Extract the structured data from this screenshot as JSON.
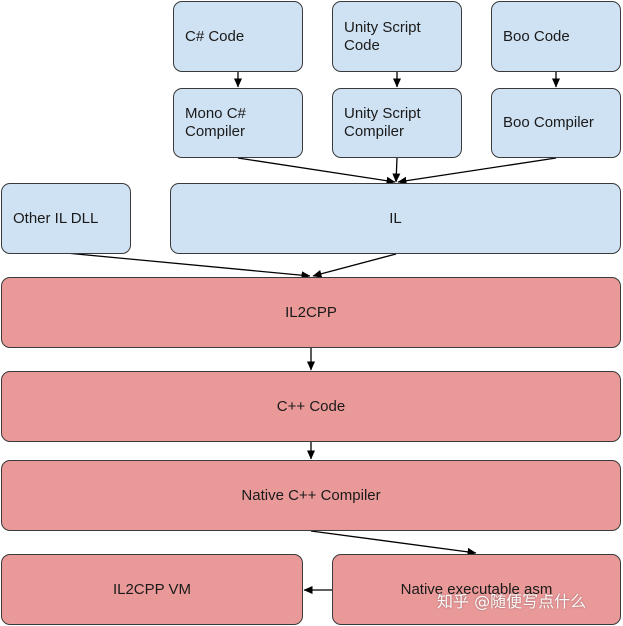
{
  "nodes": {
    "csharp_code": "C# Code",
    "unity_script_code": "Unity Script\nCode",
    "boo_code": "Boo Code",
    "mono_csharp_compiler": "Mono C#\nCompiler",
    "unity_script_compiler": "Unity Script\nCompiler",
    "boo_compiler": "Boo Compiler",
    "other_il_dll": "Other IL DLL",
    "il": "IL",
    "il2cpp": "IL2CPP",
    "cpp_code": "C++ Code",
    "native_cpp_compiler": "Native C++ Compiler",
    "il2cpp_vm": "IL2CPP VM",
    "native_executable_asm": "Native executable asm"
  },
  "colors": {
    "blue_fill": "#cfe2f3",
    "red_fill": "#ea9999",
    "border": "#3a3a3a",
    "arrow": "#000000"
  },
  "watermark": "知乎 @随便写点什么"
}
